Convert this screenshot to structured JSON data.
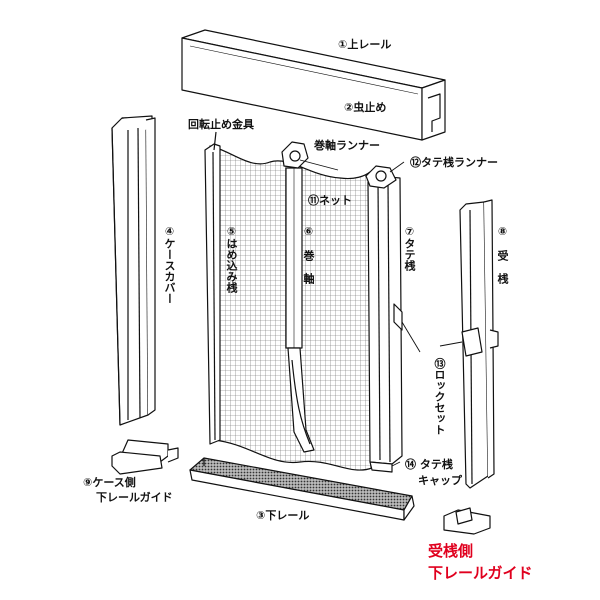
{
  "labels": {
    "upper_rail": "①上レール",
    "insect_stop": "②虫止め",
    "lower_rail": "③下レール",
    "case_cover": "④ケースカバー",
    "inset_bar": "⑤はめ込み桟",
    "roller_axis": "⑥巻軸",
    "vertical_bar": "⑦タテ桟",
    "receiving_bar": "⑧受桟",
    "case_side_guide_1": "⑨ケース側",
    "case_side_guide_2": "下レールガイド",
    "net": "⑪ネット",
    "vertical_bar_runner": "⑫タテ桟ランナー",
    "lock_set": "⑬ロックセット",
    "vertical_bar_cap_1": "⑭ タテ桟",
    "vertical_bar_cap_2": "キャップ",
    "rotation_stop": "回転止め金具",
    "axis_runner": "巻軸ランナー",
    "receiving_side_1": "受桟側",
    "receiving_side_2": "下レールガイド"
  },
  "colors": {
    "line": "#111111",
    "accent": "#e0001e",
    "mesh": "#555555"
  }
}
